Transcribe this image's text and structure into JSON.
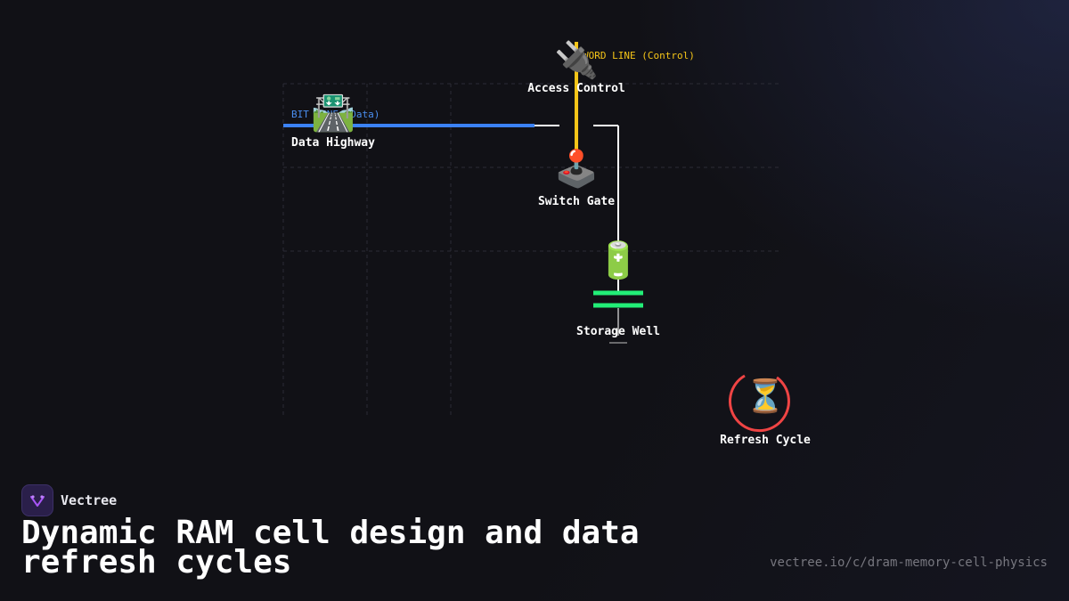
{
  "diagram": {
    "bit_line_label": "BIT LINE (Data)",
    "word_line_label": "WORD LINE (Control)",
    "nodes": {
      "data_highway": {
        "icon": "🛣️",
        "label": "Data Highway"
      },
      "access_control": {
        "icon": "🔌",
        "label": "Access Control"
      },
      "switch_gate": {
        "icon": "🕹️",
        "label": "Switch Gate"
      },
      "storage_well": {
        "icon": "🔋",
        "label": "Storage Well"
      },
      "refresh_cycle": {
        "icon": "⏳",
        "label": "Refresh Cycle"
      }
    },
    "colors": {
      "bit_line": "#3b82f6",
      "word_line": "#f5c518",
      "capacitor": "#22ee77",
      "refresh_ring": "#ef4444"
    }
  },
  "brand": {
    "name": "Vectree"
  },
  "title": "Dynamic RAM cell design and data refresh cycles",
  "url": "vectree.io/c/dram-memory-cell-physics"
}
